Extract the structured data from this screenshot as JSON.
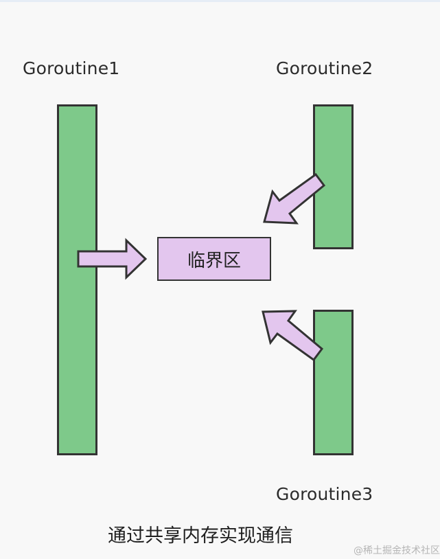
{
  "goroutines": [
    {
      "label": "Goroutine1"
    },
    {
      "label": "Goroutine2"
    },
    {
      "label": "Goroutine3"
    }
  ],
  "critical_section": {
    "label": "临界区"
  },
  "caption": "通过共享内存实现通信",
  "watermark": "@稀土掘金技术社区",
  "colors": {
    "goroutine_fill": "#7ec98a",
    "critical_fill": "#e3c6ee",
    "arrow_fill": "#e3c6ee",
    "outline": "#333333"
  }
}
